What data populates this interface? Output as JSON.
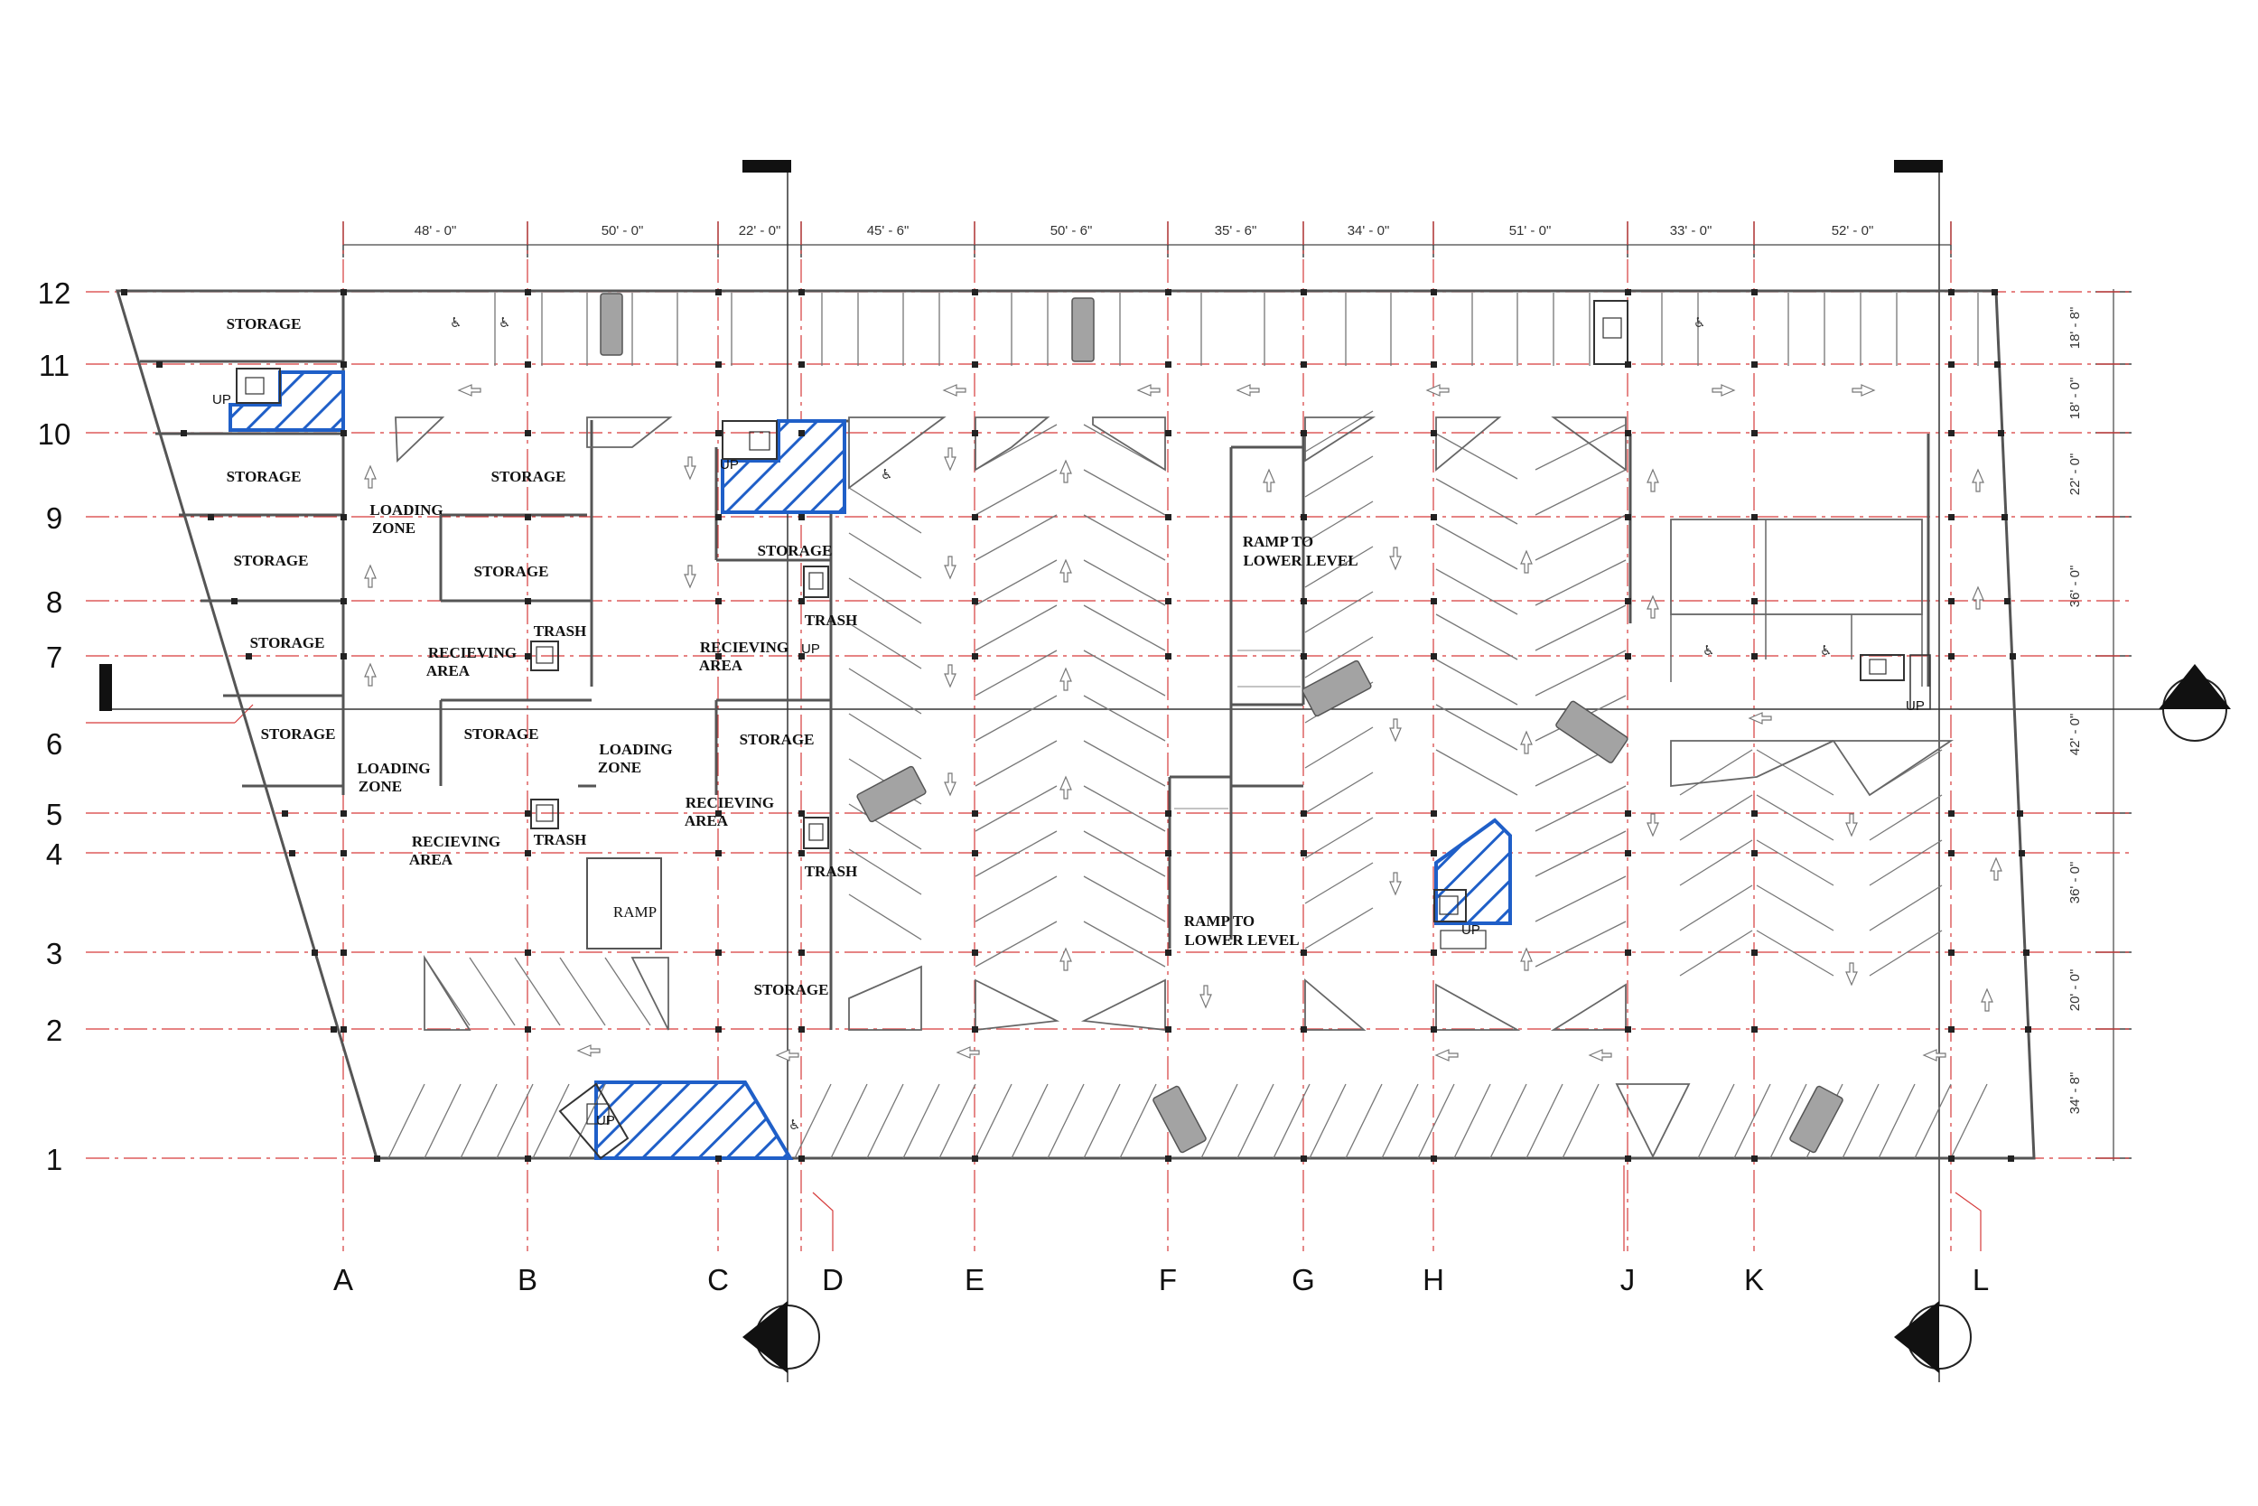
{
  "plan": {
    "column_labels": [
      "A",
      "B",
      "C",
      "D",
      "E",
      "F",
      "G",
      "H",
      "J",
      "K",
      "L"
    ],
    "row_labels": [
      "12",
      "11",
      "10",
      "9",
      "8",
      "7",
      "6",
      "5",
      "4",
      "3",
      "2",
      "1"
    ],
    "top_dimensions": [
      "48' - 0\"",
      "50' - 0\"",
      "22' - 0\"",
      "45' - 6\"",
      "50' - 6\"",
      "35' - 6\"",
      "34' - 0\"",
      "51' - 0\"",
      "33' - 0\"",
      "52' - 0\""
    ],
    "side_dimensions": [
      "18' - 8\"",
      "18' - 0\"",
      "22' - 0\"",
      "36' - 0\"",
      "42' - 0\"",
      "36' - 0\"",
      "20' - 0\"",
      "34' - 8\""
    ],
    "rooms": {
      "storage": "STORAGE",
      "loading_zone_1": "LOADING",
      "loading_zone_2": "ZONE",
      "receiving_1": "RECIEVING",
      "receiving_2": "AREA",
      "trash": "TRASH",
      "ramp": "RAMP",
      "ramp_lower_1": "RAMP TO",
      "ramp_lower_2": "LOWER LEVEL",
      "up": "UP"
    },
    "colors": {
      "gridline": "#d63b3b",
      "hatch": "#1f5fc8",
      "wall": "#555555",
      "column": "#222222"
    },
    "icons": [
      "section-marker-icon",
      "elevation-marker-icon",
      "stair-icon",
      "elevator-icon",
      "accessible-icon",
      "car-icon",
      "direction-arrow-icon"
    ]
  }
}
